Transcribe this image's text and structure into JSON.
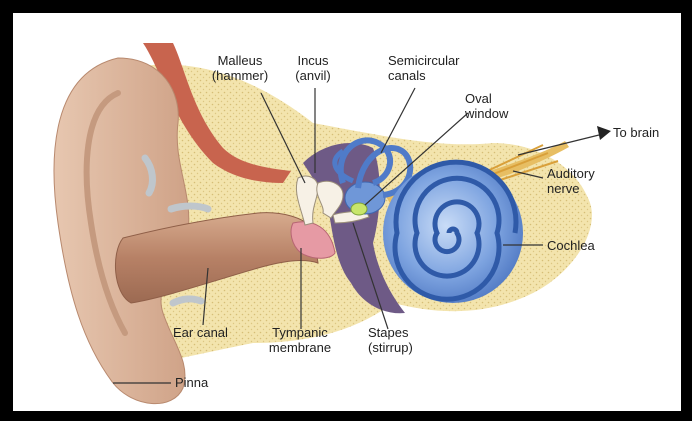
{
  "labels": {
    "malleus": "Malleus\n(hammer)",
    "incus": "Incus\n(anvil)",
    "semicircular": "Semicircular\ncanals",
    "oval": "Oval\nwindow",
    "to_brain": "To brain",
    "auditory": "Auditory\nnerve",
    "cochlea": "Cochlea",
    "ear_canal": "Ear canal",
    "tympanic": "Tympanic\nmembrane",
    "stapes": "Stapes\n(stirrup)",
    "pinna": "Pinna"
  },
  "colors": {
    "frame": "#000000",
    "tissue": "#f3e4ad",
    "skin": "#d9b49a",
    "canal": "#c49173",
    "cochlea": "#6f97d8",
    "bone": "#f7f1e6",
    "nerve": "#e7be63"
  }
}
